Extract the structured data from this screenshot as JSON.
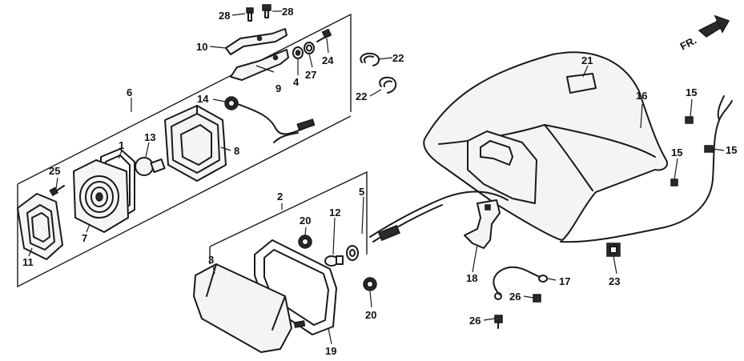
{
  "direction_indicator": {
    "label": "FR."
  },
  "callouts": {
    "c1": "1",
    "c2": "2",
    "c3": "3",
    "c4": "4",
    "c5": "5",
    "c6": "6",
    "c7": "7",
    "c8": "8",
    "c9": "9",
    "c10": "10",
    "c11": "11",
    "c12": "12",
    "c13": "13",
    "c14": "14",
    "c15a": "15",
    "c15b": "15",
    "c15c": "15",
    "c16": "16",
    "c17": "17",
    "c18": "18",
    "c19": "19",
    "c20a": "20",
    "c20b": "20",
    "c21": "21",
    "c22a": "22",
    "c22b": "22",
    "c23": "23",
    "c24": "24",
    "c25": "25",
    "c26a": "26",
    "c26b": "26",
    "c27": "27",
    "c28a": "28",
    "c28b": "28"
  }
}
